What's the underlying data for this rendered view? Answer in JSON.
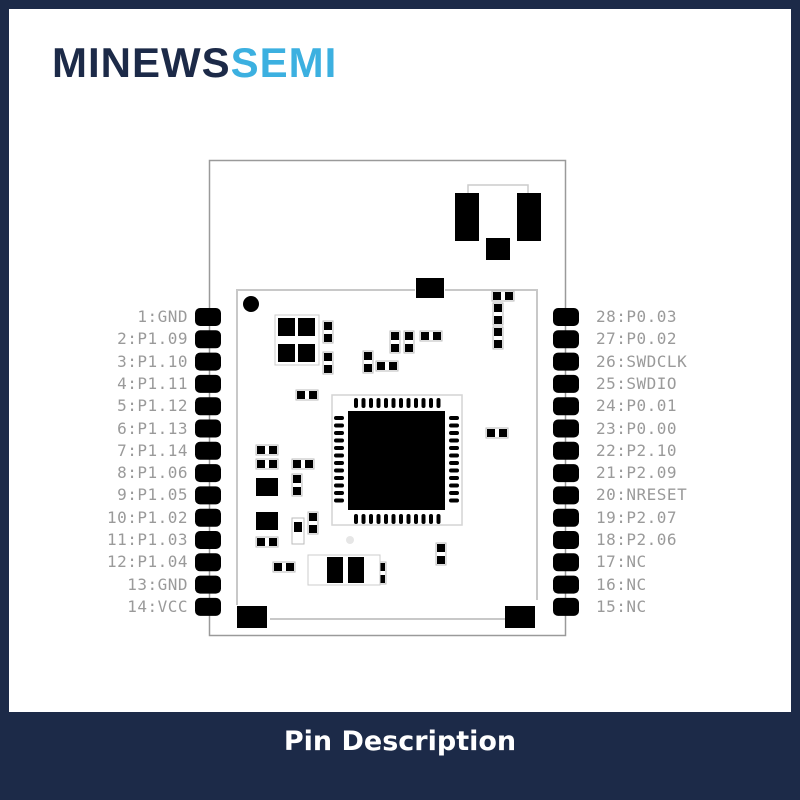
{
  "logo": {
    "part1": "MINEWS",
    "part2": "SEMI"
  },
  "caption": "Pin Description",
  "colors": {
    "frame": "#1c2a48",
    "accent": "#3cb0e0",
    "label": "#9a9a9a"
  },
  "pins_left": [
    "1:GND",
    "2:P1.09",
    "3:P1.10",
    "4:P1.11",
    "5:P1.12",
    "6:P1.13",
    "7:P1.14",
    "8:P1.06",
    "9:P1.05",
    "10:P1.02",
    "11:P1.03",
    "12:P1.04",
    "13:GND",
    "14:VCC"
  ],
  "pins_right": [
    "28:P0.03",
    "27:P0.02",
    "26:SWDCLK",
    "25:SWDIO",
    "24:P0.01",
    "23:P0.00",
    "22:P2.10",
    "21:P2.09",
    "20:NRESET",
    "19:P2.07",
    "18:P2.06",
    "17:NC",
    "16:NC",
    "15:NC"
  ]
}
